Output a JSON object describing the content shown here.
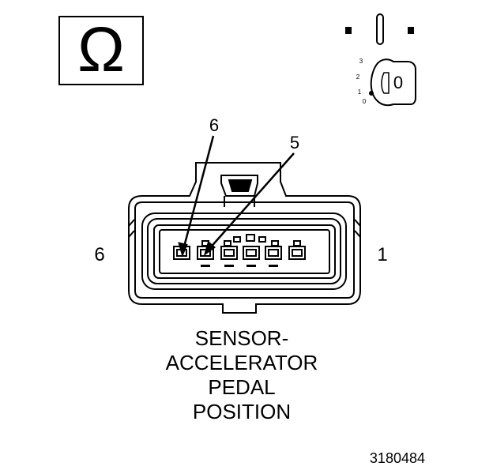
{
  "ohm_symbol": "Ω",
  "ignition": {
    "icon": "ignition-key-icon",
    "scale": [
      "3",
      "2",
      "1",
      "0"
    ],
    "key_position": "0"
  },
  "connector": {
    "callouts": [
      "6",
      "5"
    ],
    "left_end_label": "6",
    "right_end_label": "1",
    "cavity_count": 6
  },
  "caption": [
    "SENSOR-",
    "ACCELERATOR",
    "PEDAL",
    "POSITION"
  ],
  "figure_number": "3180484"
}
